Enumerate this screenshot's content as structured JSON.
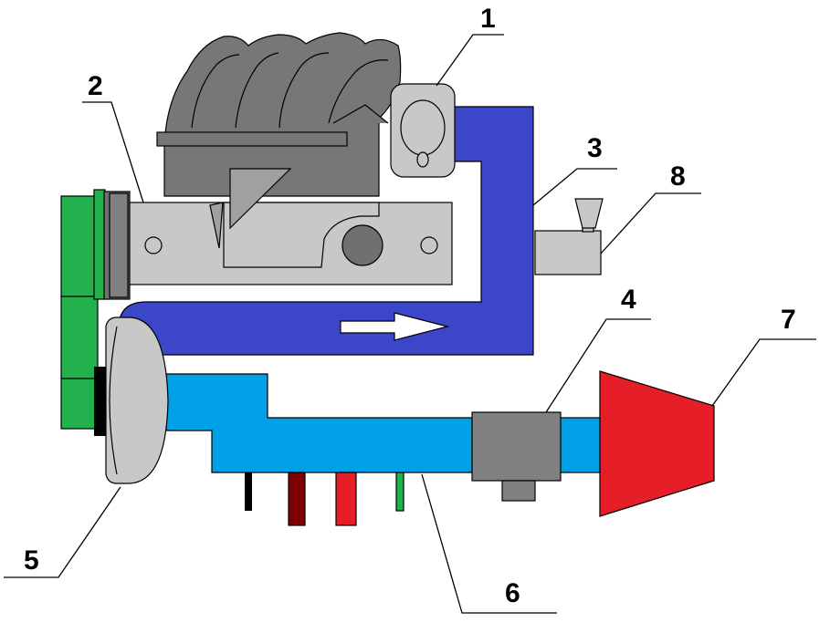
{
  "diagram": {
    "labels": [
      {
        "id": "1",
        "text": "1"
      },
      {
        "id": "2",
        "text": "2"
      },
      {
        "id": "3",
        "text": "3"
      },
      {
        "id": "4",
        "text": "4"
      },
      {
        "id": "5",
        "text": "5"
      },
      {
        "id": "6",
        "text": "6"
      },
      {
        "id": "7",
        "text": "7"
      },
      {
        "id": "8",
        "text": "8"
      }
    ],
    "colors": {
      "intake_manifold": "#777777",
      "engine_block": "#c8c8c8",
      "recirculation_pipe": "#3c46c8",
      "intake_pipe": "#00a0e6",
      "air_filter": "#e61e28",
      "belt_drive": "#22b14c",
      "valve": "#808080",
      "sensor_lead_colors": [
        "#000000",
        "#7f0000",
        "#e61e28",
        "#22b14c"
      ]
    }
  }
}
